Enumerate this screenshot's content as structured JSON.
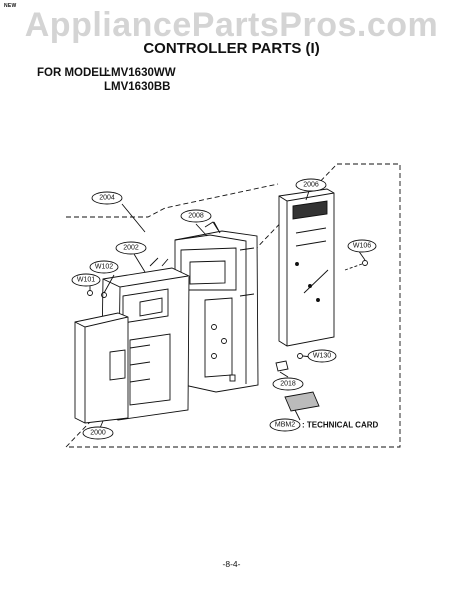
{
  "corner_mark": "NEW",
  "watermark": "AppliancePartsPros.com",
  "title": "CONTROLLER PARTS (I)",
  "model_label": "FOR MODEL:",
  "models": [
    "LMV1630WW",
    "LMV1630BB"
  ],
  "callouts": {
    "p2004": "2004",
    "p2008": "2008",
    "p2006": "2006",
    "p2002": "2002",
    "w102": "W102",
    "w101": "W101",
    "w106": "W106",
    "w130": "W130",
    "p2018": "2018",
    "mbm2": "MBM2",
    "p2000": "2000"
  },
  "technical_card_note": ": TECHNICAL CARD",
  "page_number": "-8-4-"
}
